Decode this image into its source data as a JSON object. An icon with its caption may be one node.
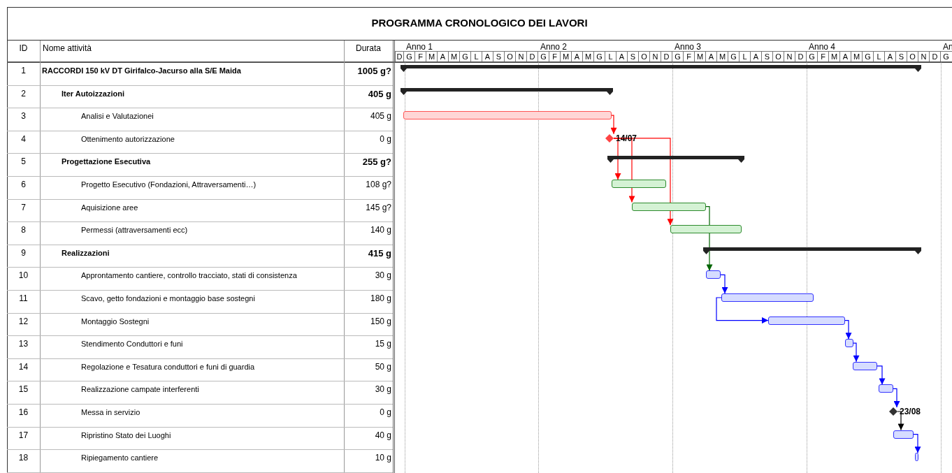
{
  "diagram": {
    "title": "PROGRAMMA CRONOLOGICO DEI LAVORI",
    "nodes": [
      {
        "text": [],
        "shape": "bar"
      },
      {
        "text": [],
        "shape": "bar"
      },
      {
        "text": [],
        "shape": "bar"
      },
      {
        "text": [],
        "shape": "diamond",
        "beside": [
          "14/07"
        ]
      },
      {
        "text": [],
        "shape": "bar"
      },
      {
        "text": [],
        "shape": "bar"
      },
      {
        "text": [],
        "shape": "bar"
      },
      {
        "text": [],
        "shape": "bar"
      },
      {
        "text": [],
        "shape": "bar"
      },
      {
        "text": [],
        "shape": "bar"
      },
      {
        "text": [],
        "shape": "bar"
      },
      {
        "text": [],
        "shape": "bar"
      },
      {
        "text": [],
        "shape": "bar"
      },
      {
        "text": [],
        "shape": "bar"
      },
      {
        "text": [],
        "shape": "bar"
      },
      {
        "text": [],
        "shape": "diamond",
        "beside": [
          "23/08"
        ]
      },
      {
        "text": [],
        "shape": "bar"
      },
      {
        "text": [],
        "shape": "bar"
      }
    ],
    "edges": [
      {
        "from": 2,
        "to": 3,
        "arrow": "to",
        "color": "#ff0000"
      },
      {
        "from": 3,
        "to": 5,
        "arrow": "to",
        "color": "#ff0000"
      },
      {
        "from": 3,
        "to": 6,
        "arrow": "to",
        "color": "#ff0000"
      },
      {
        "from": 3,
        "to": 7,
        "arrow": "to",
        "color": "#ff0000"
      },
      {
        "from": 6,
        "to": 9,
        "arrow": "to",
        "color": "#006400"
      },
      {
        "from": 9,
        "to": 10,
        "arrow": "to"
      },
      {
        "from": 10,
        "to": 11,
        "arrow": "to"
      },
      {
        "from": 11,
        "to": 12,
        "arrow": "to"
      },
      {
        "from": 12,
        "to": 13,
        "arrow": "to"
      },
      {
        "from": 13,
        "to": 14,
        "arrow": "to"
      },
      {
        "from": 14,
        "to": 15,
        "arrow": "to"
      },
      {
        "from": 15,
        "to": 16,
        "arrow": "to",
        "color": "#000000"
      },
      {
        "from": 16,
        "to": 17,
        "arrow": "to"
      }
    ],
    "labels": [
      "ID",
      "Nome attività",
      "Durata",
      "Anno 1",
      "Anno 2",
      "Anno 3",
      "Anno 4",
      "An",
      "D",
      "G",
      "F",
      "M",
      "A",
      "M",
      "G",
      "L",
      "A",
      "S",
      "O",
      "N",
      "D",
      "G",
      "F",
      "M",
      "A",
      "M",
      "G",
      "L",
      "A",
      "S",
      "O",
      "N",
      "D",
      "G",
      "F",
      "M",
      "A",
      "M",
      "G",
      "L",
      "A",
      "S",
      "O",
      "N",
      "D",
      "G",
      "F",
      "M",
      "A",
      "M",
      "G",
      "L",
      "A",
      "S",
      "O",
      "N",
      "D",
      "G",
      "1",
      "RACCORDI 150 kV DT Girifalco-Jacurso alla S/E Maida",
      "1005 g?",
      "2",
      "Iter Autoizzazioni",
      "405 g",
      "3",
      "Analisi e Valutazionei",
      "405 g",
      "4",
      "Ottenimento autorizzazione",
      "0 g",
      "5",
      "Progettazione Esecutiva",
      "255 g?",
      "6",
      "Progetto Esecutivo (Fondazioni, Attraversamenti…)",
      "108 g?",
      "7",
      "Aquisizione aree",
      "145 g?",
      "8",
      "Permessi (attraversamenti ecc)",
      "140 g",
      "9",
      "Realizzazioni",
      "415 g",
      "10",
      "Approntamento cantiere, controllo tracciato, stati di consistenza",
      "30 g",
      "11",
      "Scavo, getto fondazioni e montaggio base sostegni",
      "180 g",
      "12",
      "Montaggio Sostegni",
      "150 g",
      "13",
      "Stendimento Conduttori e funi",
      "15 g",
      "14",
      "Regolazione e Tesatura conduttori e funi di guardia",
      "50 g",
      "15",
      "Realizzazione campate interferenti",
      "30 g",
      "16",
      "Messa in servizio",
      "0 g",
      "17",
      "Ripristino Stato dei Luoghi",
      "40 g",
      "18",
      "Ripiegamento cantiere",
      "10 g"
    ]
  }
}
